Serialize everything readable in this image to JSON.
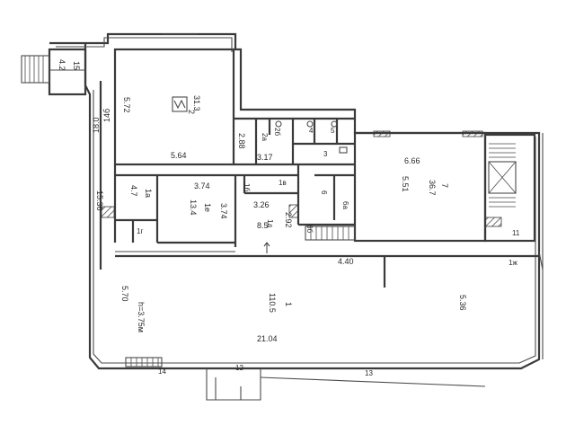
{
  "rooms": [
    {
      "id": "r15",
      "number": "15",
      "area": "4.2"
    },
    {
      "id": "r14b",
      "number": "14б",
      "area": "18.0"
    },
    {
      "id": "r2",
      "number": "2",
      "area": "31.3"
    },
    {
      "id": "r2a",
      "number": "2а"
    },
    {
      "id": "r2b",
      "number": "2б"
    },
    {
      "id": "r3",
      "number": "3"
    },
    {
      "id": "r4",
      "number": "4"
    },
    {
      "id": "r5",
      "number": "5"
    },
    {
      "id": "r7",
      "number": "7",
      "area": "36.7"
    },
    {
      "id": "r1a",
      "number": "1а",
      "area": "4.7"
    },
    {
      "id": "r1e",
      "number": "1е",
      "area": "13.4"
    },
    {
      "id": "r1b",
      "number": "1б"
    },
    {
      "id": "r1v",
      "number": "1в"
    },
    {
      "id": "r1g",
      "number": "1г"
    },
    {
      "id": "r1d",
      "number": "1д"
    },
    {
      "id": "r6",
      "number": "6"
    },
    {
      "id": "r6a",
      "number": "6а"
    },
    {
      "id": "r6b",
      "number": "6б"
    },
    {
      "id": "r1",
      "number": "1",
      "area": "110.5"
    },
    {
      "id": "r1zh",
      "number": "1ж"
    },
    {
      "id": "r11",
      "number": "11"
    },
    {
      "id": "r12",
      "number": "12"
    },
    {
      "id": "r13",
      "number": "13"
    },
    {
      "id": "r14",
      "number": "14"
    }
  ],
  "dimensions": {
    "d572": "5.72",
    "d564": "5.64",
    "d288": "2.88",
    "d317": "3.17",
    "d666": "6.66",
    "d551": "5.51",
    "d1536": "15.36",
    "d374a": "3.74",
    "d374b": "3.74",
    "d326": "3.26",
    "d292": "2.92",
    "d85": "8.5",
    "d440": "4.40",
    "d570": "5.70",
    "d536": "5.36",
    "d2104": "21.04"
  },
  "ceiling_height": "h=3.75м"
}
